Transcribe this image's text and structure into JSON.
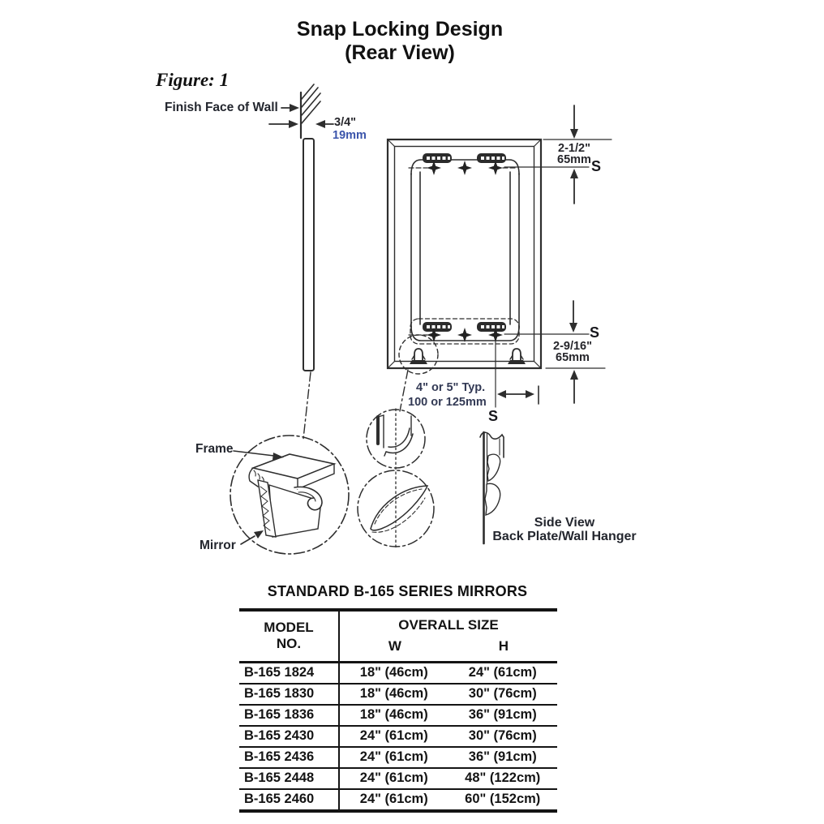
{
  "title": {
    "line1": "Snap Locking Design",
    "line2": "(Rear View)"
  },
  "figure_label": "Figure: 1",
  "diagram": {
    "wall_label": "Finish Face of Wall",
    "wall_offset_in": "3/4\"",
    "wall_offset_mm": "19mm",
    "top_dim_in": "2-1/2\"",
    "top_dim_mm": "65mm",
    "top_dim_ref": "S",
    "bottom_dim_in": "2-9/16\"",
    "bottom_dim_mm": "65mm",
    "bottom_dim_ref": "S",
    "screw_spacing_in": "4\" or 5\" Typ.",
    "screw_spacing_mm": "100 or 125mm",
    "screw_spacing_ref": "S",
    "frame_label": "Frame",
    "mirror_label": "Mirror",
    "side_view_label1": "Side View",
    "side_view_label2": "Back Plate/Wall Hanger"
  },
  "table": {
    "title": "STANDARD B-165 SERIES MIRRORS",
    "col_model_line1": "MODEL",
    "col_model_line2": "NO.",
    "col_size": "OVERALL SIZE",
    "col_w": "W",
    "col_h": "H",
    "rows": [
      {
        "model": "B-165 1824",
        "w": "18\" (46cm)",
        "h": "24\" (61cm)"
      },
      {
        "model": "B-165 1830",
        "w": "18\" (46cm)",
        "h": "30\" (76cm)"
      },
      {
        "model": "B-165 1836",
        "w": "18\" (46cm)",
        "h": "36\" (91cm)"
      },
      {
        "model": "B-165 2430",
        "w": "24\" (61cm)",
        "h": "30\" (76cm)"
      },
      {
        "model": "B-165 2436",
        "w": "24\" (61cm)",
        "h": "36\" (91cm)"
      },
      {
        "model": "B-165 2448",
        "w": "24\" (61cm)",
        "h": "48\" (122cm)"
      },
      {
        "model": "B-165 2460",
        "w": "24\" (61cm)",
        "h": "60\" (152cm)"
      }
    ]
  },
  "colors": {
    "line": "#2e2e2e",
    "metric_blue": "#3b55ab",
    "text": "#1d1d1d"
  }
}
